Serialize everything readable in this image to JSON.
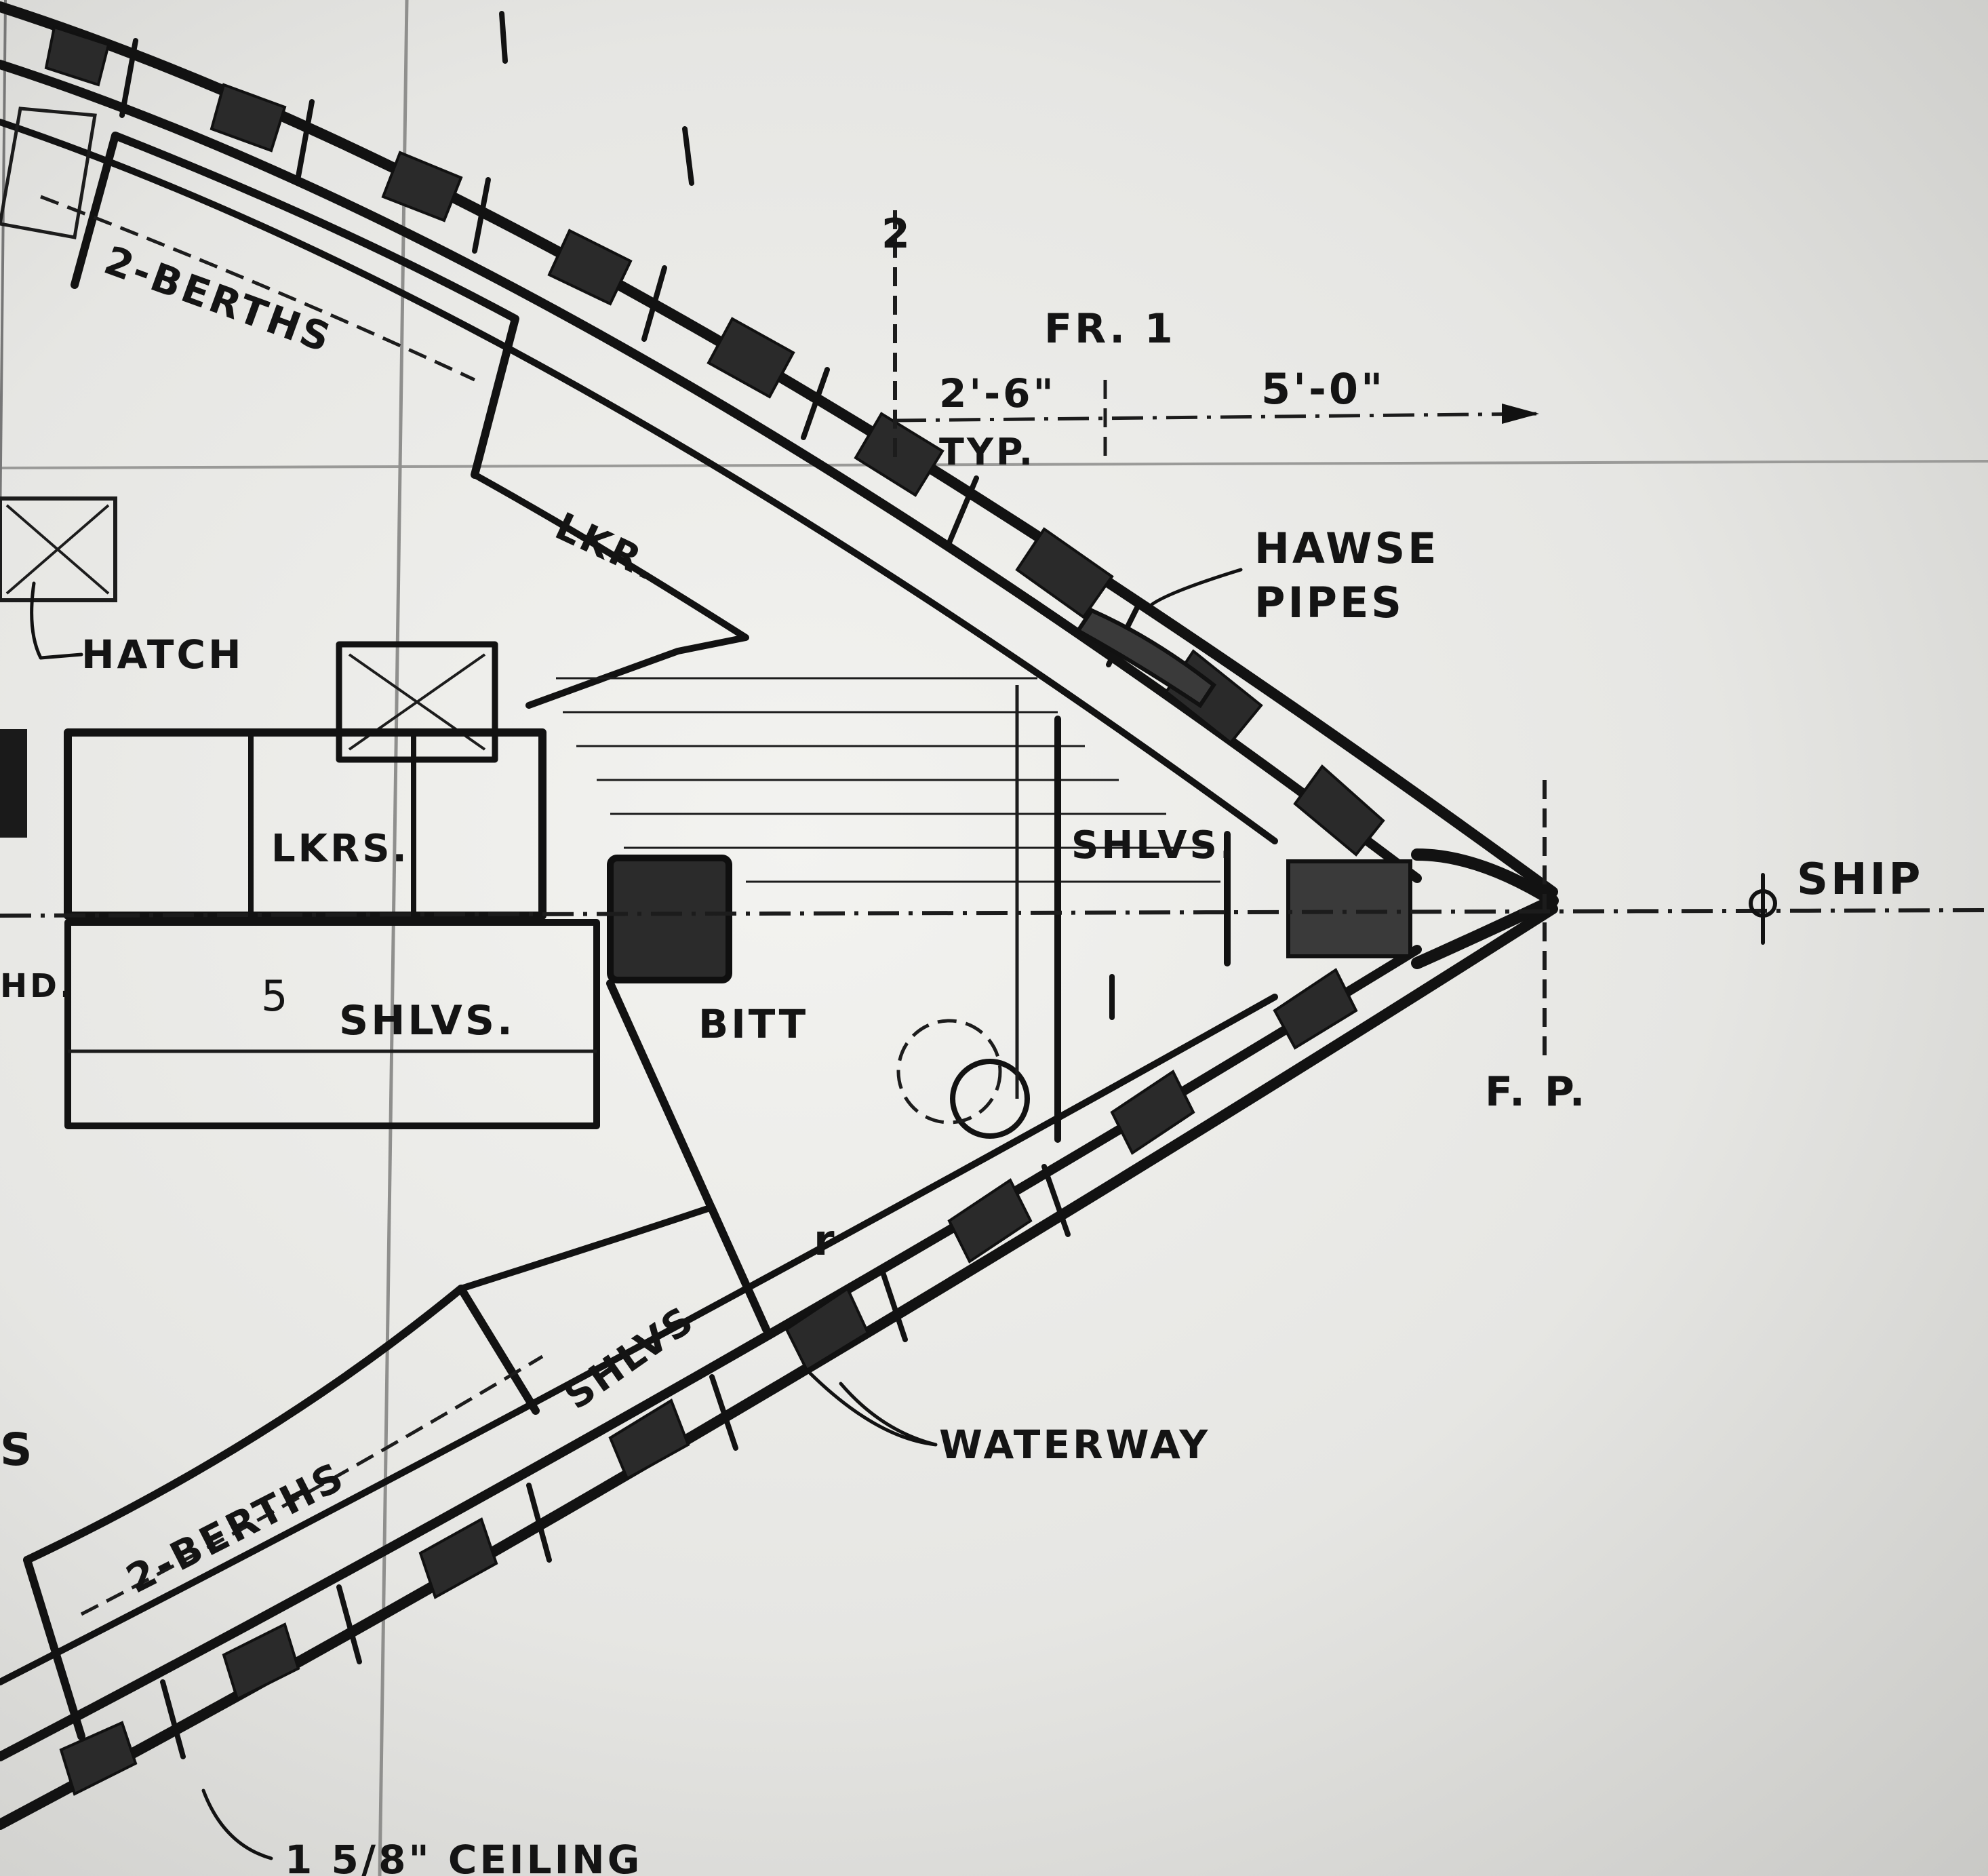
{
  "labels": {
    "berths_upper": "2-BERTHS",
    "berths_lower": "2-BERTHS",
    "lkr_upper": "LKR.",
    "lkrs": "LKRS.",
    "hatch": "HATCH",
    "shlvs_bow": "SHLVS.",
    "shlvs_main": "SHLVS.",
    "shlvs_lower": "SHLVS",
    "bitt": "BITT",
    "hawse_line1": "HAWSE",
    "hawse_line2": "PIPES",
    "waterway": "WATERWAY",
    "ceiling": "1 5/8\" CEILING",
    "hd": "HD.",
    "partial_s": "S",
    "ship_cl": "SHIP",
    "fp": "F. P.",
    "fr1": "FR. 1",
    "frame_2": "2",
    "frame_5": "5",
    "dim_2_6": "2'-6\"",
    "dim_typ": "TYP.",
    "dim_5_0": "5'-0\"",
    "mark_r": "r"
  },
  "colors": {
    "ink": "#121212",
    "paper": "#ececea",
    "paper_shadow": "#c6c6c3"
  }
}
